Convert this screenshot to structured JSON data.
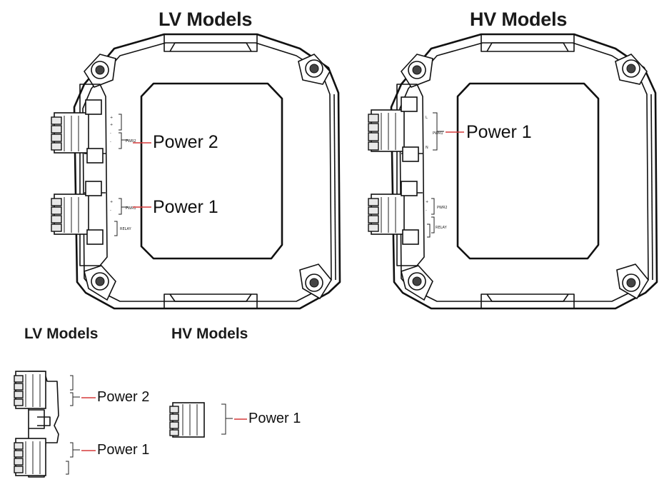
{
  "diagrams": {
    "lv": {
      "title": "LV Models",
      "callouts": [
        "Power 2",
        "Power 1"
      ],
      "terminal_marks": {
        "top": [
          "+",
          "+",
          "-",
          "-"
        ],
        "top_group": "PWR2",
        "bottom": [
          "+",
          "-"
        ],
        "bottom_group": "PWR1",
        "relay": "RELAY"
      }
    },
    "hv": {
      "title": "HV Models",
      "callouts": [
        "Power 1"
      ],
      "terminal_marks": {
        "top": [
          "L",
          "N"
        ],
        "top_group": "PWR1",
        "bottom": [
          "+",
          "-"
        ],
        "bottom_group": "PWR2",
        "relay": "RELAY"
      }
    }
  },
  "details": {
    "lv": {
      "title": "LV Models",
      "callouts": [
        "Power 2",
        "Power 1"
      ]
    },
    "hv": {
      "title": "HV Models",
      "callouts": [
        "Power 1"
      ]
    }
  },
  "colors": {
    "outline": "#111111",
    "leader_line": "#d63a3a",
    "background": "#ffffff"
  }
}
